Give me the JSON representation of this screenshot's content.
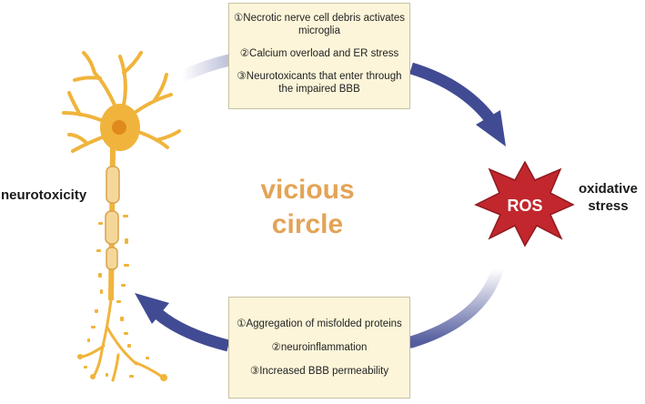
{
  "diagram": {
    "top_box": {
      "items": [
        "①Necrotic nerve cell debris activates microglia",
        "②Calcium overload and ER stress",
        "③Neurotoxicants that enter through the impaired BBB"
      ]
    },
    "bottom_box": {
      "items": [
        "①Aggregation of misfolded proteins",
        "②neuroinflammation",
        "③Increased BBB permeability"
      ]
    },
    "center_label": [
      "vicious",
      "circle"
    ],
    "ros_label": "ROS",
    "oxidative_label": [
      "oxidative",
      "stress"
    ],
    "neurotoxicity_label": "neurotoxicity",
    "colors": {
      "arrow": "#414b93",
      "ros_star": "#c1272d",
      "neuron": "#f0b43c",
      "nucleus": "#e08a1e",
      "center_text": "#e3a458",
      "box_fill": "#fcf5d9"
    },
    "icons": [
      "neuron-icon",
      "ros-star-icon",
      "arrow-icon"
    ]
  }
}
